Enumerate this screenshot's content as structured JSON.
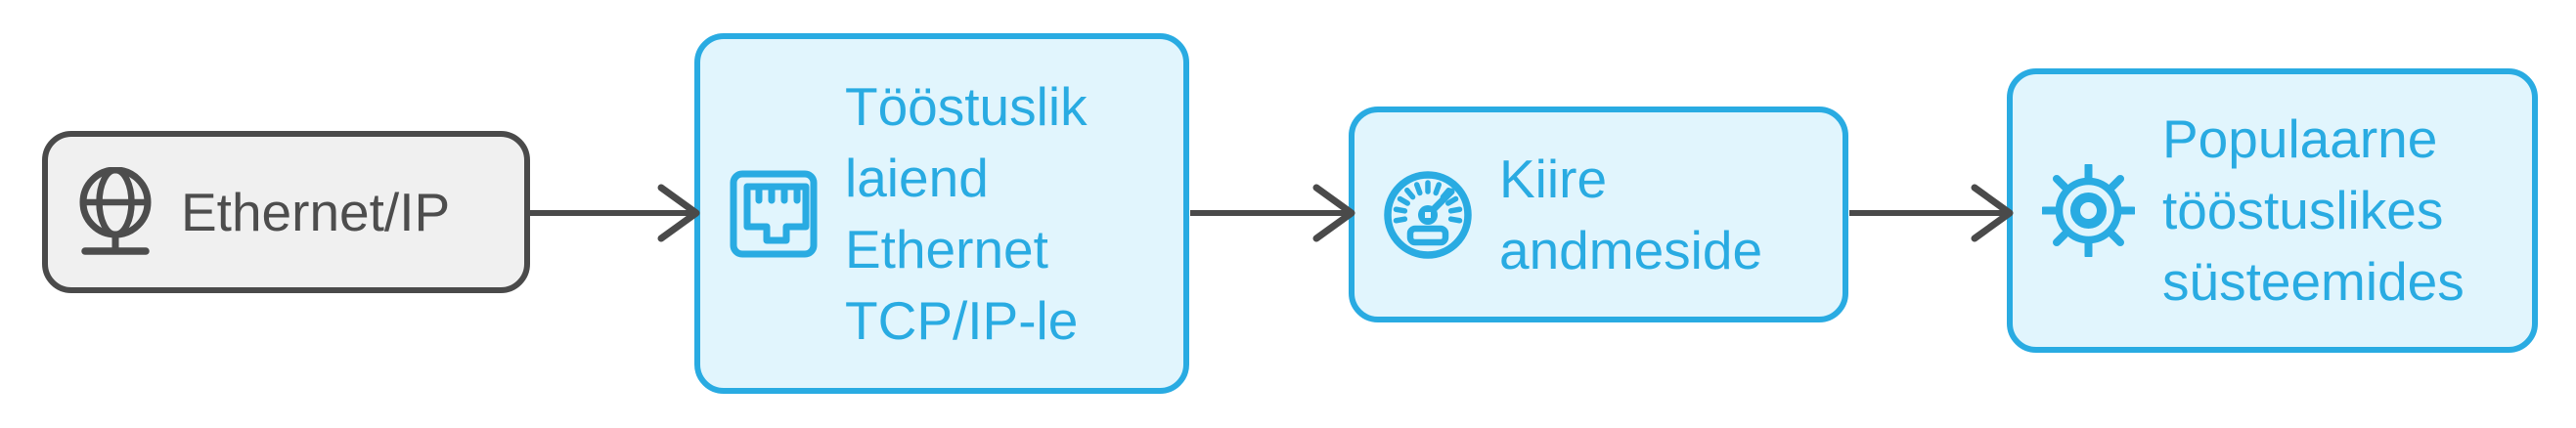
{
  "diagram": {
    "type": "flowchart-left-to-right",
    "background": "#ffffff",
    "connector_color": "#4a4a4a",
    "nodes": [
      {
        "id": "ethernet-ip",
        "label": "Ethernet/IP",
        "icon": "globe-stand-icon",
        "fill": "#f0f0f0",
        "stroke": "#4a4a4a",
        "text_color": "#4d4d4d"
      },
      {
        "id": "industrial-extension",
        "label": "Tööstuslik\nlaiend\nEthernet\nTCP/IP-le",
        "icon": "ethernet-port-icon",
        "fill": "#e1f5fd",
        "stroke": "#29abe2",
        "text_color": "#29abe2"
      },
      {
        "id": "fast-data",
        "label": "Kiire\nandmeside",
        "icon": "speedometer-icon",
        "fill": "#e1f5fd",
        "stroke": "#29abe2",
        "text_color": "#29abe2"
      },
      {
        "id": "popular-industrial",
        "label": "Populaarne\ntööstuslikes\nsüsteemides",
        "icon": "gear-icon",
        "fill": "#e1f5fd",
        "stroke": "#29abe2",
        "text_color": "#29abe2"
      }
    ],
    "connectors": [
      {
        "from": "ethernet-ip",
        "to": "industrial-extension"
      },
      {
        "from": "industrial-extension",
        "to": "fast-data"
      },
      {
        "from": "fast-data",
        "to": "popular-industrial"
      }
    ]
  }
}
